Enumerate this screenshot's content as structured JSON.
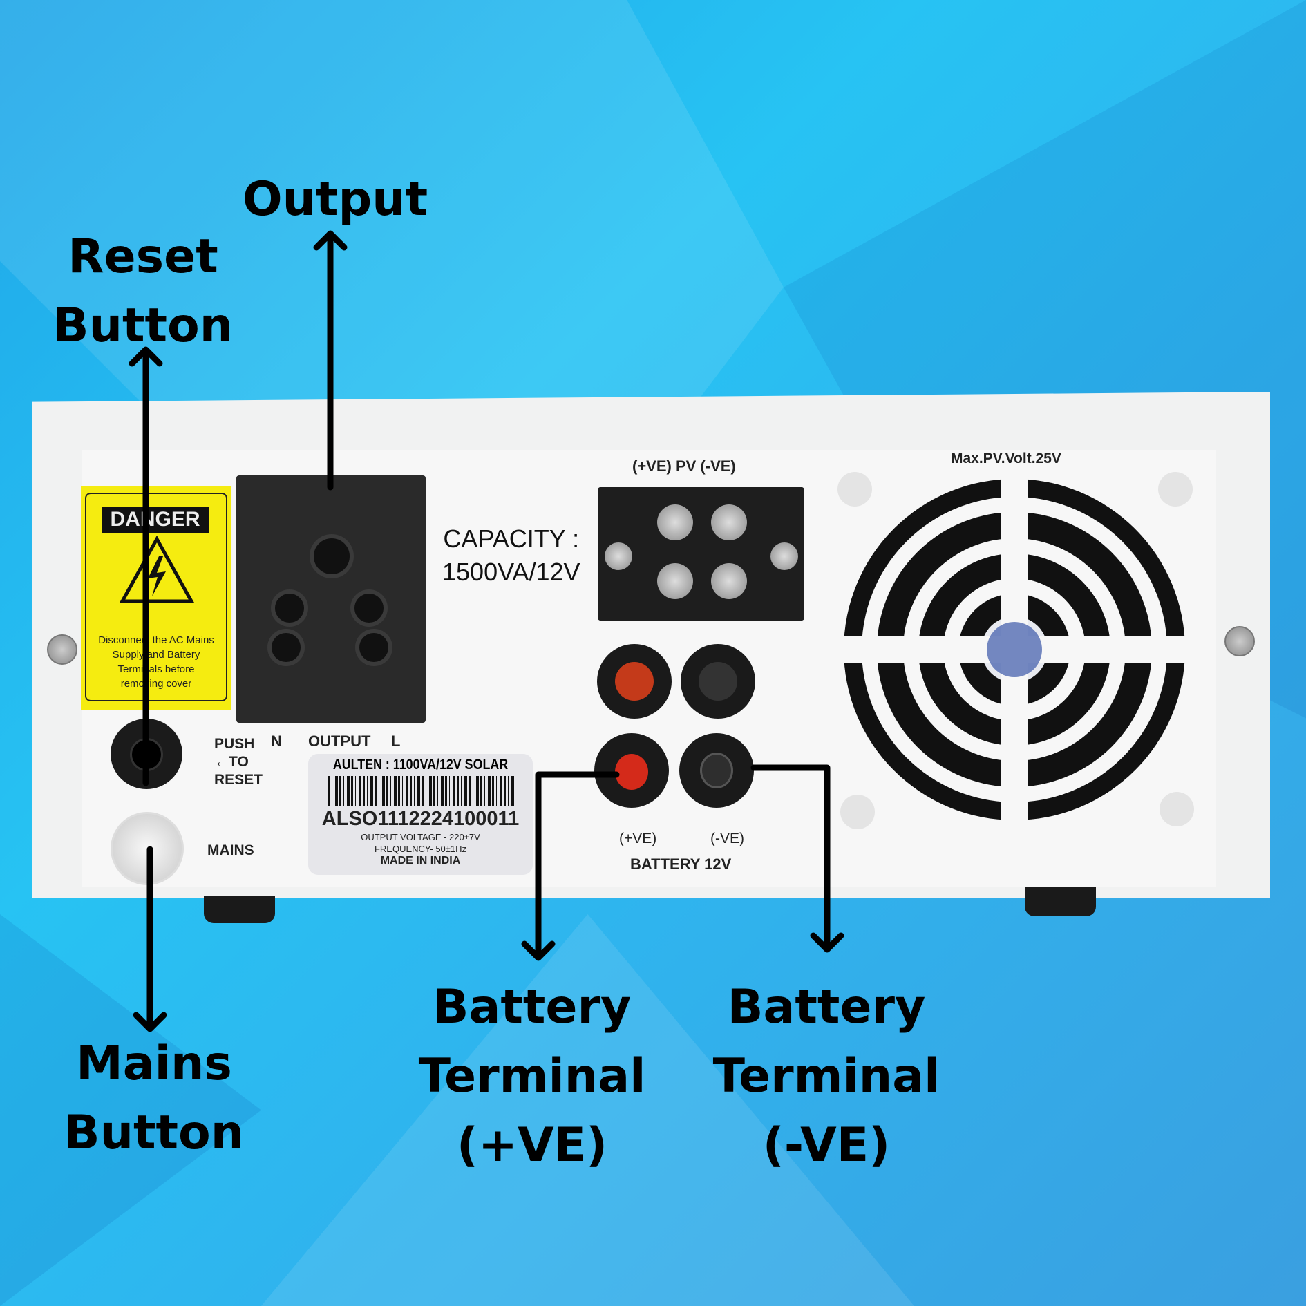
{
  "annotations": {
    "output": "Output",
    "reset_line1": "Reset",
    "reset_line2": "Button",
    "mains_line1": "Mains",
    "mains_line2": "Button",
    "battery_pos_line1": "Battery",
    "battery_pos_line2": "Terminal",
    "battery_pos_line3": "(+VE)",
    "battery_neg_line1": "Battery",
    "battery_neg_line2": "Terminal",
    "battery_neg_line3": "(-VE)"
  },
  "device": {
    "danger_title": "DANGER",
    "danger_text": [
      "Disconnect the AC Mains",
      "Supply and Battery",
      "Terminals before",
      "removing cover"
    ],
    "capacity_line1": "CAPACITY :",
    "capacity_line2": "1500VA/12V",
    "pv_label": "(+VE)  PV (-VE)",
    "max_pv": "Max.PV.Volt.25V",
    "push_to_reset": [
      "PUSH",
      "←TO",
      "RESET"
    ],
    "output_n": "N",
    "output_label": "OUTPUT",
    "output_l": "L",
    "mains_label": "MAINS",
    "battery_pos": "(+VE)",
    "battery_neg": "(-VE)",
    "battery_label": "BATTERY 12V",
    "sticker": {
      "model": "AULTEN : 1100VA/12V SOLAR",
      "serial": "ALSO1112224100011",
      "output_voltage": "OUTPUT VOLTAGE - 220±7V",
      "frequency": "FREQUENCY- 50±1Hz",
      "origin": "MADE IN INDIA"
    }
  },
  "colors": {
    "background": "#27c3f3",
    "danger_yellow": "#f5ec10",
    "terminal_red": "#d42a1a"
  }
}
